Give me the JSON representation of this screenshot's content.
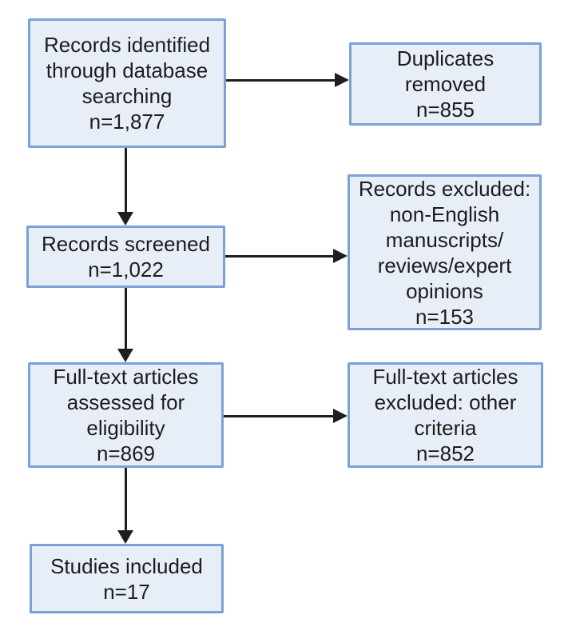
{
  "colors": {
    "background": "#ffffff",
    "box_fill": "#e8eef8",
    "box_border": "#7ba1d7",
    "arrow": "#1f1f1f",
    "text": "#1c1c1c"
  },
  "boxes": {
    "records_identified": {
      "text": "Records identified\nthrough database\nsearching\nn=1,877"
    },
    "duplicates_removed": {
      "text": "Duplicates\nremoved\nn=855"
    },
    "records_screened": {
      "text": "Records screened\nn=1,022"
    },
    "records_excluded": {
      "text": "Records excluded:\nnon-English\nmanuscripts/\nreviews/expert\nopinions\nn=153"
    },
    "fulltext_assessed": {
      "text": "Full-text articles\nassessed for\neligibility\nn=869"
    },
    "fulltext_excluded": {
      "text": "Full-text articles\nexcluded: other\ncriteria\nn=852"
    },
    "studies_included": {
      "text": "Studies included\nn=17"
    }
  }
}
